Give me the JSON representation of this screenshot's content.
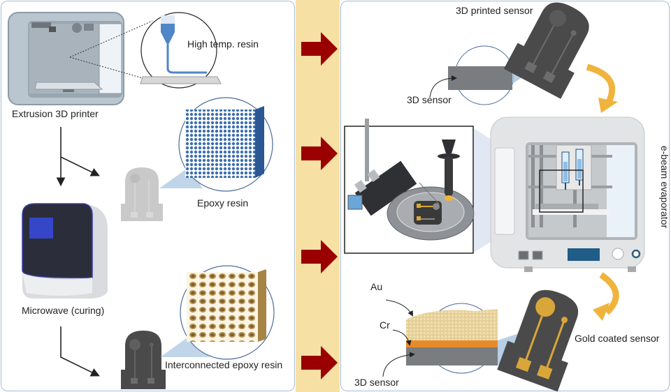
{
  "figure": {
    "left_panel": {
      "printer_label": "Extrusion 3D printer",
      "inset_label": "High temp. resin",
      "epoxy_label": "Epoxy resin",
      "microwave_label": "Microwave (curing)",
      "interconnected_label": "Interconnected epoxy resin"
    },
    "middle_band": {
      "arrow_count": 4,
      "arrow_color": "#9a0000",
      "band_color": "#f7e0a3"
    },
    "right_panel": {
      "printed_sensor_label": "3D printed sensor",
      "sensor_label_top": "3D sensor",
      "evaporator_label": "e-beam evaporator",
      "layer_au_label": "Au",
      "layer_cr_label": "Cr",
      "sensor_label_bottom": "3D sensor",
      "gold_sensor_label": "Gold coated sensor"
    },
    "colors": {
      "panel_border": "#a9bcd8",
      "sensor_dark": "#4a4a4a",
      "sensor_light": "#c9c9c9",
      "gold": "#d9a63a",
      "curved_arrow": "#f0b43c",
      "cr_layer": "#e88a2a",
      "au_layer": "#e6cf97",
      "substrate": "#7a7d80",
      "resin_blue": "#3d6fae",
      "foam_tan": "#b79352"
    }
  }
}
